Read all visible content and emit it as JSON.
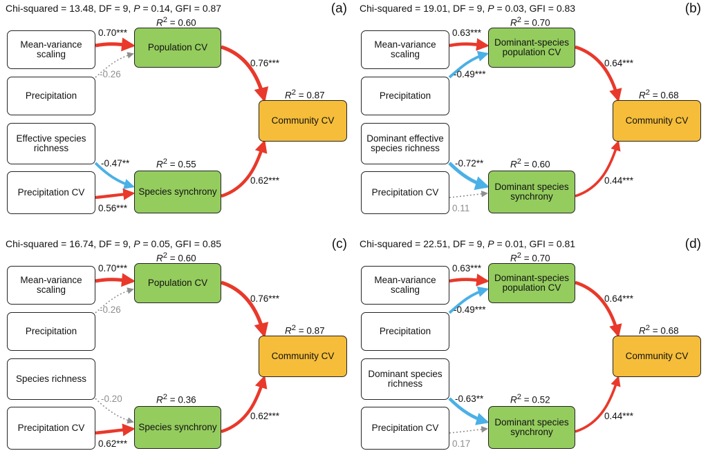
{
  "colors": {
    "positive": "#e8392b",
    "negative": "#4bb0e6",
    "non_significant": "#8e8e8e",
    "green_box": "#94cc5e",
    "orange_box": "#f6bd3a"
  },
  "r2_prefix": "R",
  "r2_superscript": "2",
  "panels": [
    {
      "label": "(a)",
      "stats": {
        "chi_label": "Chi-squared = 13.48, DF = 9, ",
        "p_symbol": "P",
        "p_rest": " = 0.14, GFI = 0.87"
      },
      "boxes": {
        "mvs": "Mean-variance scaling",
        "precip": "Precipitation",
        "richness": "Effective species richness",
        "precip_cv": "Precipitation CV",
        "population": "Population CV",
        "synchrony": "Species synchrony",
        "community": "Community CV"
      },
      "r2": {
        "population": " = 0.60",
        "synchrony": " = 0.55",
        "community": " = 0.87"
      },
      "paths": {
        "mvs_pop": {
          "label": "0.70***",
          "sign": "positive",
          "weight": 0.7
        },
        "precip_pop": {
          "label": "-0.26",
          "sign": "non_significant",
          "weight": 0.26
        },
        "rich_sync": {
          "label": "-0.47**",
          "sign": "negative",
          "weight": 0.47
        },
        "pcv_sync": {
          "label": "0.56***",
          "sign": "positive",
          "weight": 0.56
        },
        "pop_comm": {
          "label": "0.76***",
          "sign": "positive",
          "weight": 0.76
        },
        "sync_comm": {
          "label": "0.62***",
          "sign": "positive",
          "weight": 0.62
        }
      }
    },
    {
      "label": "(b)",
      "stats": {
        "chi_label": "Chi-squared = 19.01, DF = 9, ",
        "p_symbol": "P",
        "p_rest": " = 0.03, GFI = 0.83"
      },
      "boxes": {
        "mvs": "Mean-variance scaling",
        "precip": "Precipitation",
        "richness": "Dominant effective species richness",
        "precip_cv": "Precipitation CV",
        "population": "Dominant-species population CV",
        "synchrony": "Dominant species synchrony",
        "community": "Community CV"
      },
      "r2": {
        "population": " = 0.70",
        "synchrony": " = 0.60",
        "community": " = 0.68"
      },
      "paths": {
        "mvs_pop": {
          "label": "0.63***",
          "sign": "positive",
          "weight": 0.63
        },
        "precip_pop": {
          "label": "-0.49***",
          "sign": "negative",
          "weight": 0.49
        },
        "rich_sync": {
          "label": "-0.72**",
          "sign": "negative",
          "weight": 0.72
        },
        "pcv_sync": {
          "label": "0.11",
          "sign": "non_significant",
          "weight": 0.11
        },
        "pop_comm": {
          "label": "0.64***",
          "sign": "positive",
          "weight": 0.64
        },
        "sync_comm": {
          "label": "0.44***",
          "sign": "positive",
          "weight": 0.44
        }
      }
    },
    {
      "label": "(c)",
      "stats": {
        "chi_label": "Chi-squared = 16.74, DF = 9, ",
        "p_symbol": "P",
        "p_rest": " = 0.05, GFI = 0.85"
      },
      "boxes": {
        "mvs": "Mean-variance scaling",
        "precip": "Precipitation",
        "richness": "Species richness",
        "precip_cv": "Precipitation CV",
        "population": "Population CV",
        "synchrony": "Species synchrony",
        "community": "Community CV"
      },
      "r2": {
        "population": " = 0.60",
        "synchrony": " = 0.36",
        "community": " = 0.87"
      },
      "paths": {
        "mvs_pop": {
          "label": "0.70***",
          "sign": "positive",
          "weight": 0.7
        },
        "precip_pop": {
          "label": "-0.26",
          "sign": "non_significant",
          "weight": 0.26
        },
        "rich_sync": {
          "label": "-0.20",
          "sign": "non_significant",
          "weight": 0.2
        },
        "pcv_sync": {
          "label": "0.62***",
          "sign": "positive",
          "weight": 0.62
        },
        "pop_comm": {
          "label": "0.76***",
          "sign": "positive",
          "weight": 0.76
        },
        "sync_comm": {
          "label": "0.62***",
          "sign": "positive",
          "weight": 0.62
        }
      }
    },
    {
      "label": "(d)",
      "stats": {
        "chi_label": "Chi-squared = 22.51, DF = 9, ",
        "p_symbol": "P",
        "p_rest": " = 0.01, GFI = 0.81"
      },
      "boxes": {
        "mvs": "Mean-variance scaling",
        "precip": "Precipitation",
        "richness": "Dominant species richness",
        "precip_cv": "Precipitation CV",
        "population": "Dominant-species population CV",
        "synchrony": "Dominant species synchrony",
        "community": "Community CV"
      },
      "r2": {
        "population": " = 0.70",
        "synchrony": " = 0.52",
        "community": " = 0.68"
      },
      "paths": {
        "mvs_pop": {
          "label": "0.63***",
          "sign": "positive",
          "weight": 0.63
        },
        "precip_pop": {
          "label": "-0.49***",
          "sign": "negative",
          "weight": 0.49
        },
        "rich_sync": {
          "label": "-0.63**",
          "sign": "negative",
          "weight": 0.63
        },
        "pcv_sync": {
          "label": "0.17",
          "sign": "non_significant",
          "weight": 0.17
        },
        "pop_comm": {
          "label": "0.64***",
          "sign": "positive",
          "weight": 0.64
        },
        "sync_comm": {
          "label": "0.44***",
          "sign": "positive",
          "weight": 0.44
        }
      }
    }
  ]
}
